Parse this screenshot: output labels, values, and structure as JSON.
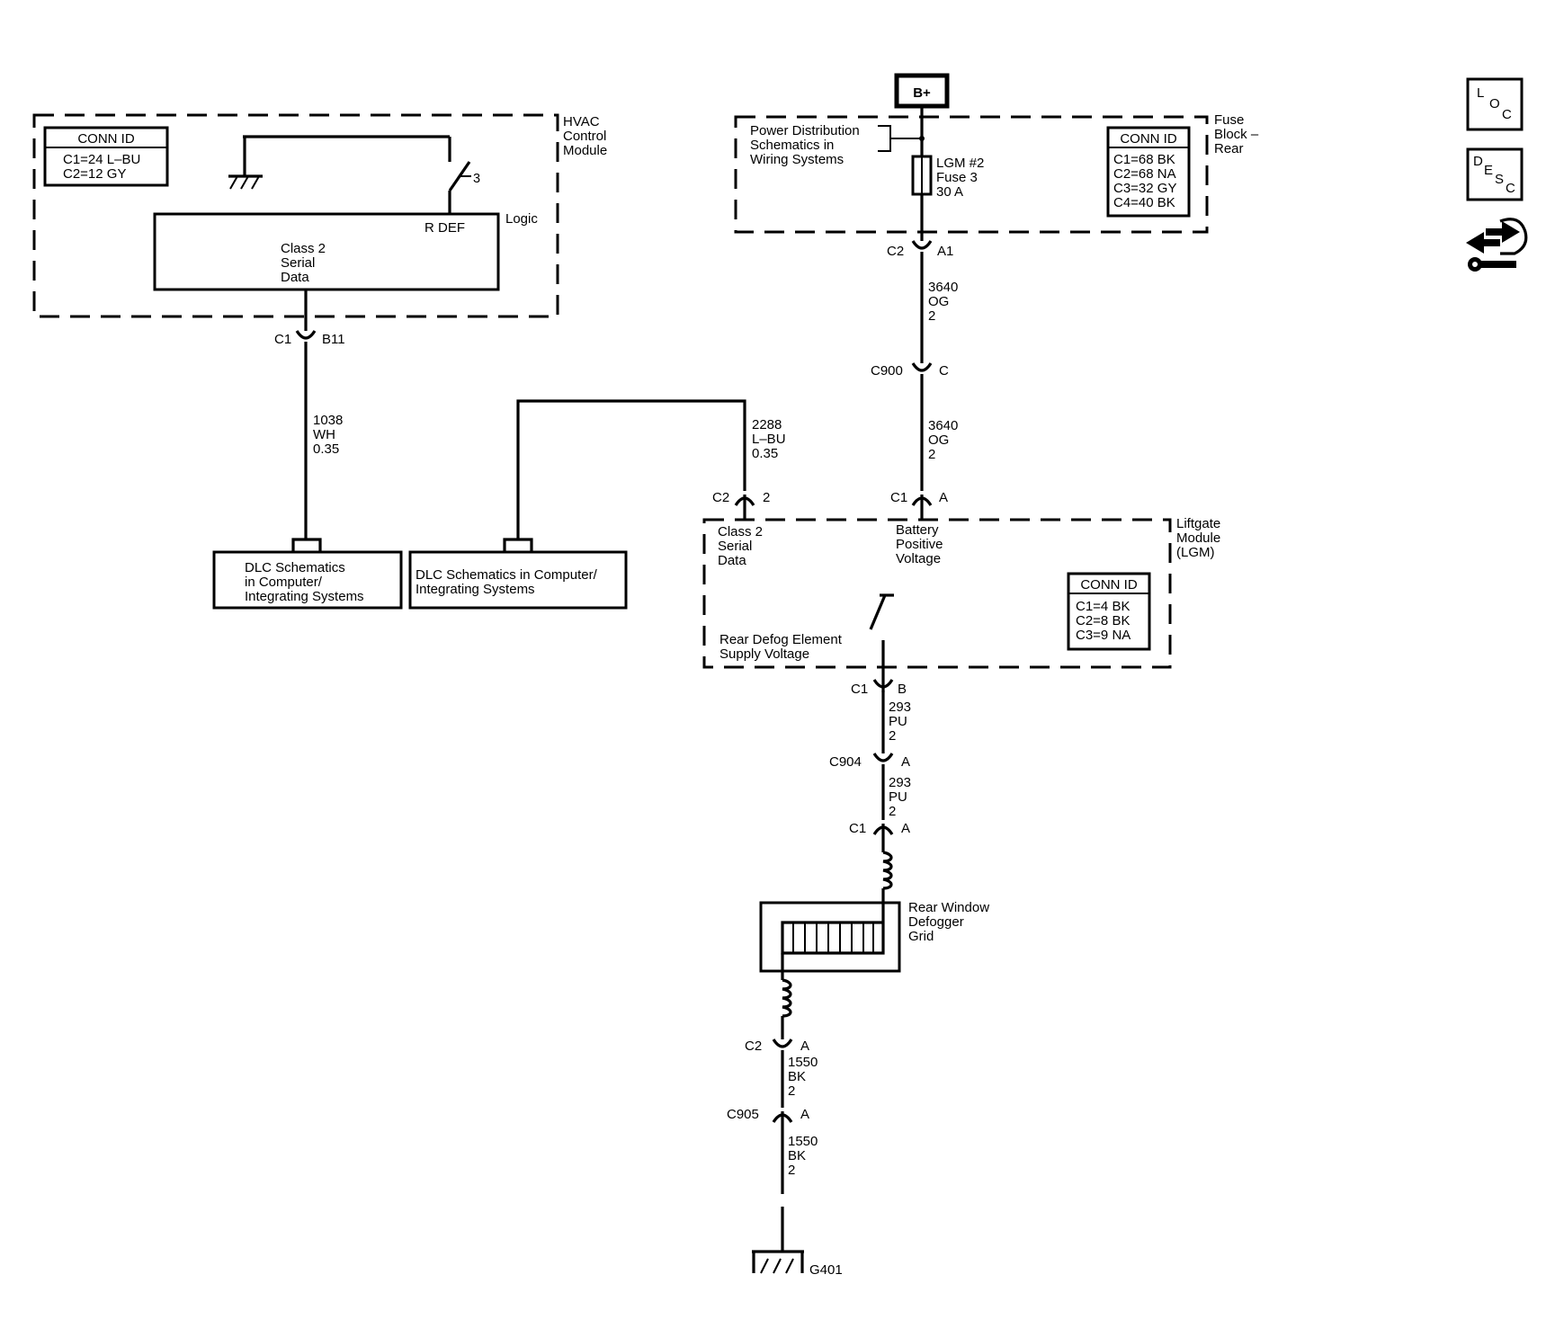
{
  "hvac": {
    "label": [
      "HVAC",
      "Control",
      "Module"
    ],
    "conn_title": "CONN ID",
    "conn": [
      "C1=24 L–BU",
      "C2=12 GY"
    ],
    "logic": "Logic",
    "rdef": "R DEF",
    "serial": [
      "Class 2",
      "Serial",
      "Data"
    ],
    "switch_num": "3"
  },
  "c1_b11": {
    "left": "C1",
    "right": "B11"
  },
  "wire_1038": [
    "1038",
    "WH",
    "0.35"
  ],
  "dlc1": [
    "DLC Schematics",
    "in Computer/",
    "Integrating Systems"
  ],
  "dlc2": [
    "DLC Schematics in Computer/",
    "Integrating Systems"
  ],
  "wire_2288": [
    "2288",
    "L–BU",
    "0.35"
  ],
  "bplus": "B+",
  "fuse_block": {
    "label": [
      "Fuse",
      "Block –",
      "Rear"
    ],
    "power_dist": [
      "Power Distribution",
      "Schematics in",
      "Wiring Systems"
    ],
    "fuse": [
      "LGM #2",
      "Fuse 3",
      "30 A"
    ],
    "conn_title": "CONN ID",
    "conn": [
      "C1=68 BK",
      "C2=68 NA",
      "C3=32 GY",
      "C4=40 BK"
    ]
  },
  "c2_a1": {
    "left": "C2",
    "right": "A1"
  },
  "wire_3640a": [
    "3640",
    "OG",
    "2"
  ],
  "c900": {
    "left": "C900",
    "right": "C"
  },
  "wire_3640b": [
    "3640",
    "OG",
    "2"
  ],
  "c2_2": {
    "left": "C2",
    "right": "2"
  },
  "c1_a_lgm": {
    "left": "C1",
    "right": "A"
  },
  "lgm": {
    "label": [
      "Liftgate",
      "Module",
      "(LGM)"
    ],
    "serial": [
      "Class 2",
      "Serial",
      "Data"
    ],
    "battery": [
      "Battery",
      "Positive",
      "Voltage"
    ],
    "defog_supply": [
      "Rear Defog Element",
      "Supply Voltage"
    ],
    "conn_title": "CONN ID",
    "conn": [
      "C1=4 BK",
      "C2=8 BK",
      "C3=9 NA"
    ]
  },
  "c1_b": {
    "left": "C1",
    "right": "B"
  },
  "wire_293a": [
    "293",
    "PU",
    "2"
  ],
  "c904": {
    "left": "C904",
    "right": "A"
  },
  "wire_293b": [
    "293",
    "PU",
    "2"
  ],
  "c1_a_grid": {
    "left": "C1",
    "right": "A"
  },
  "grid": {
    "label": [
      "Rear Window",
      "Defogger",
      "Grid"
    ]
  },
  "c2_a_grid": {
    "left": "C2",
    "right": "A"
  },
  "wire_1550a": [
    "1550",
    "BK",
    "2"
  ],
  "c905": {
    "left": "C905",
    "right": "A"
  },
  "wire_1550b": [
    "1550",
    "BK",
    "2"
  ],
  "ground": "G401",
  "side_icons": {
    "loc": {
      "a": "L",
      "b": "O",
      "c": "C"
    },
    "desc": {
      "a": "D",
      "b": "E",
      "c": "S",
      "d": "C"
    }
  }
}
